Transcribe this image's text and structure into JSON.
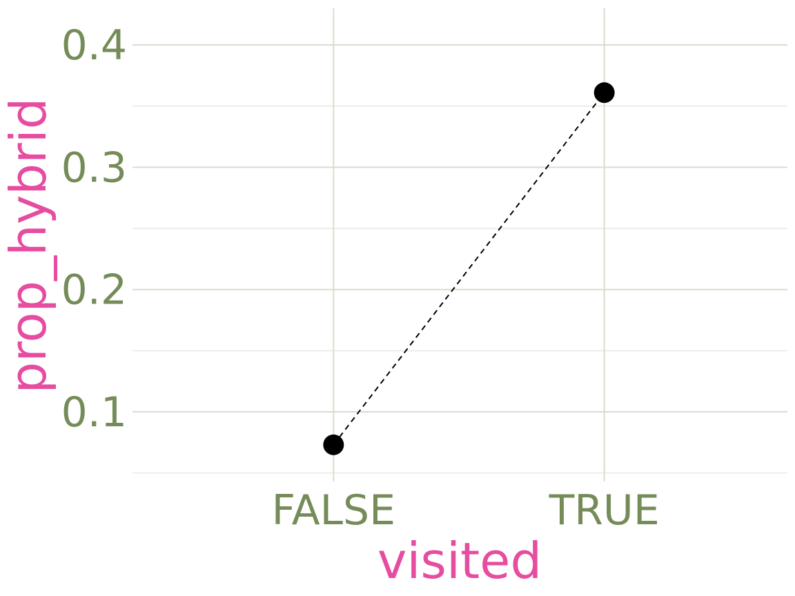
{
  "chart_data": {
    "type": "line",
    "categories": [
      "FALSE",
      "TRUE"
    ],
    "series": [
      {
        "values": [
          0.073,
          0.361
        ]
      }
    ],
    "xlabel": "visited",
    "ylabel": "prop_hybrid",
    "ylim": [
      0.043,
      0.43
    ],
    "y_ticks": [
      0.1,
      0.2,
      0.3,
      0.4
    ],
    "y_tick_labels": [
      "0.1",
      "0.2",
      "0.3",
      "0.4"
    ],
    "grid": true,
    "line_style": "dashed",
    "colors": {
      "tick_text": "#758c59",
      "axis_title": "#e64ca0",
      "grid_major": "#d9dccf",
      "grid_minor": "#ebede6",
      "line": "#000000",
      "point": "#000000"
    }
  }
}
